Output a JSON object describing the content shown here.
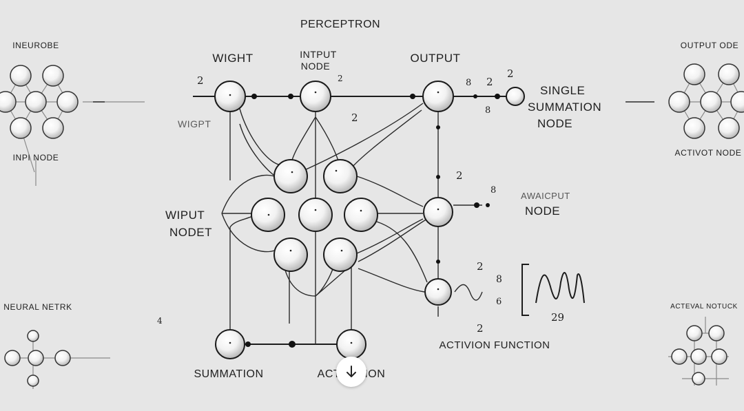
{
  "title": "PERCEPTRON",
  "labels": {
    "wight": "WIGHT",
    "intput_node_1": "INTPUT",
    "intput_node_2": "NODE",
    "output": "OUTPUT",
    "single_summation_1": "SINGLE",
    "single_summation_2": "SUMMATION",
    "single_summation_3": "NODE",
    "wigpt": "WIGPT",
    "wiput_1": "WIPUT",
    "wiput_2": "NODET",
    "awaicput_1": "AWAICPUT",
    "awaicput_2": "NODE",
    "summation": "SUMMATION",
    "activation": "ACTIVATION",
    "activion_function": "ACTIVION FUNCTION",
    "left_top": "INEUROBE",
    "left_mid": "INPI  NODE",
    "left_bottom": "NEURAL NETRK",
    "right_top": "OUTPUT ODE",
    "right_mid": "ACTIVOT NODE",
    "right_bottom": "ACTEVAL NOTUCK"
  },
  "numbers": {
    "n1": "2",
    "n2": "2",
    "n3": "2",
    "n4": "8",
    "n5": "2",
    "n6": "8",
    "n7": "2",
    "n8": "8",
    "n9": "2",
    "n10": "8",
    "n11": "6",
    "n12": "29",
    "n13": "2",
    "n14": "2",
    "n15": "4"
  },
  "icons": {
    "download": "arrow-down-icon"
  }
}
